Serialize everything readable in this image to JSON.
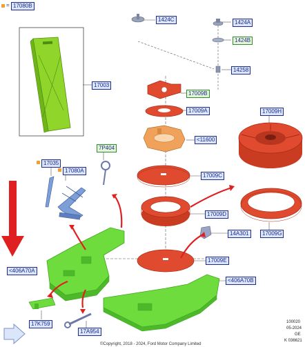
{
  "header": {
    "part_label": "17080B",
    "prefix": "="
  },
  "labels": {
    "l17080B": "17080B",
    "l17003": "17003",
    "l1424C": "1424C",
    "l1424A": "1424A",
    "l1424B": "1424B",
    "l14258": "14258",
    "l17009B": "17009B",
    "l17009A": "17009A",
    "l17009H": "17009H",
    "l11600": "<11600",
    "l7P404": "7P404",
    "l17035": "17035",
    "l17080A": "17080A",
    "l17009C": "17009C",
    "l17009D": "17009D",
    "l14A301": "14A301",
    "l17009G": "17009G",
    "l406A70A": "<406A70A",
    "l17009E": "17009E",
    "l406A70B": "<406A70B",
    "l17K759": "17K759",
    "l17A954": "17A954"
  },
  "meta": {
    "code1": "100020",
    "code2": "05-2024",
    "code3": "GE",
    "code4": "K 036621",
    "copyright": "©Copyright, 2018 - 2024, Ford Motor Company Limited"
  },
  "colors": {
    "part_red": "#e04a2e",
    "part_red_dark": "#b83520",
    "part_green": "#6edc3c",
    "part_green_dark": "#3fa620",
    "part_orange": "#f0a25a",
    "arrow_red": "#e02020",
    "label_border": "#1c2a8c",
    "label_fill": "#dbe6fb"
  }
}
